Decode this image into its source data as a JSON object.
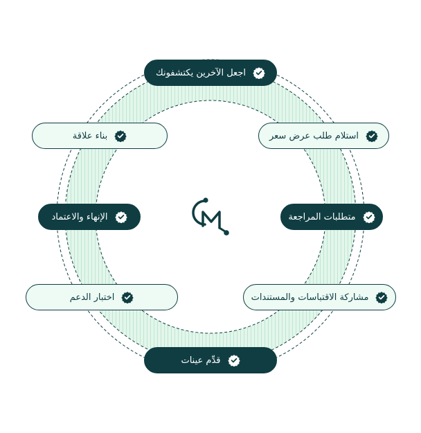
{
  "colors": {
    "accent_dark": "#0f3d42",
    "pill_light": "#eefaf4",
    "ring_fill": "#e3f6ec",
    "ring_hatch": "#bfe6d0"
  },
  "center_logo": {
    "icon": "cm-logo-icon",
    "text": "CM"
  },
  "steps": [
    {
      "label": "اجعل الآخرين يكتشفونك",
      "style": "dark",
      "icon": "verified-badge-icon"
    },
    {
      "label": "استلام طلب عرض سعر",
      "style": "light",
      "icon": "verified-badge-icon"
    },
    {
      "label": "متطلبات المراجعة",
      "style": "dark",
      "icon": "verified-badge-icon"
    },
    {
      "label": "مشاركة الاقتباسات والمستندات",
      "style": "light",
      "icon": "verified-badge-icon"
    },
    {
      "label": "قدِّم عينات",
      "style": "dark",
      "icon": "verified-badge-icon"
    },
    {
      "label": "اختبار الدعم",
      "style": "light",
      "icon": "verified-badge-icon"
    },
    {
      "label": "الإنهاء والاعتماد",
      "style": "dark",
      "icon": "verified-badge-icon"
    },
    {
      "label": "بناء علاقة",
      "style": "light",
      "icon": "verified-badge-icon"
    }
  ]
}
